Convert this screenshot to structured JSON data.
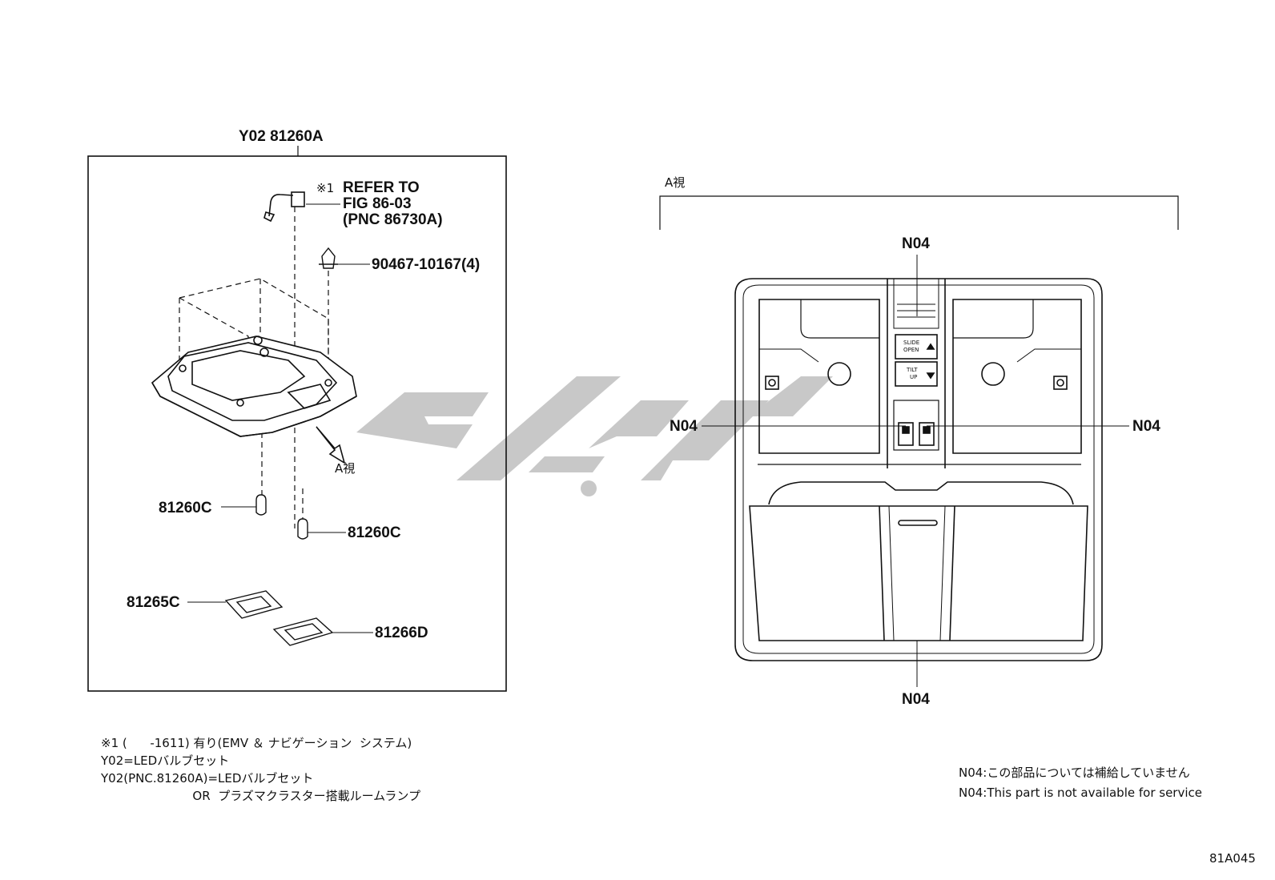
{
  "left_panel": {
    "assembly_label": "Y02 81260A",
    "refer_mark": "※1",
    "refer_lines": [
      "REFER TO",
      "FIG 86-03",
      "(PNC 86730A)"
    ],
    "part_90467": "90467-10167(4)",
    "part_81260c_left": "81260C",
    "part_81260c_right": "81260C",
    "part_81265c": "81265C",
    "part_81266d": "81266D",
    "view_a_label": "A視"
  },
  "right_panel": {
    "view_label": "A視",
    "n04_top": "N04",
    "n04_left": "N04",
    "n04_right": "N04",
    "n04_bottom": "N04",
    "slide_text": "SLIDE",
    "open_text": "OPEN",
    "tilt_text": "TILT",
    "up_text": "UP"
  },
  "notes": [
    "※1 (      -1611) 有り(EMV ＆ ナビゲーション  システム)",
    "Y02=LEDバルブセット",
    "Y02(PNC.81260A)=LEDバルブセット",
    "                        OR  プラズマクラスター搭載ルームランプ"
  ],
  "n04_notes": [
    "N04:この部品については補給していません",
    "N04:This part is not available for service"
  ],
  "watermark_color": "#c8c8c8",
  "figure_code": "81A045"
}
